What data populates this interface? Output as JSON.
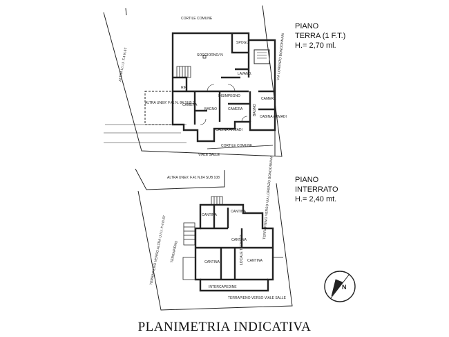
{
  "ground_floor": {
    "level_name": "PIANO",
    "level_desc": "TERRA (1 F.T.)",
    "height": "H.= 2,70 ml.",
    "room_labels": {
      "courtyard_top": "CORTILE COMUNE",
      "living": "SOGGIORNO/ N",
      "storage": "SPOGL.",
      "laundry": "LAVAND.",
      "kitchen_note": "RIP.",
      "other_unit": "ALTRA UNEX' F.41 N. 84 SUB.2",
      "bedroom_left": "CAMERA",
      "bath_left": "BAGNO",
      "bedroom_mid": "CAMERA",
      "bath_right": "BAGNO",
      "bedroom_right": "CAMERA",
      "closet_right": "CABINA ARMADI",
      "closet_mid": "CABINA ARMADI",
      "disimpegno": "DISIMPEGNO",
      "courtyard_bottom": "CORTILE COMUNE",
      "street": "VIALE SALLE",
      "side_left": "ALTRA U.I.U. F.4 N.67",
      "side_right": "VIA LORENZO BONDONNANI"
    }
  },
  "basement": {
    "level_name": "PIANO",
    "level_desc": "INTERRATO",
    "height": "H.= 2,40 mt.",
    "room_labels": {
      "other_unit": "ALTRA UNEX' F.41 N.84 SUB 108",
      "cantina_1": "CANTINA",
      "cantina_2": "CANTINA",
      "cantina_main": "CANTINA",
      "cantina_left": "CANTINA",
      "technical": "LOCALE TECNICO",
      "cantina_right": "CANTINA",
      "stairwell": "INTERCAPEDINE",
      "earth_left": "TERRAPIENO",
      "earth_left2": "TERRAPIENO VERSO ALTRA U.I.U. F.4 N.67",
      "earth_right": "TERRAPIENO VERSO VIA LORENZO BONDONNANI",
      "earth_bottom": "TERRAPIENO VERSO VIALE SALLE"
    }
  },
  "compass_letter": "N",
  "footer_title": "PLANIMETRIA INDICATIVA"
}
